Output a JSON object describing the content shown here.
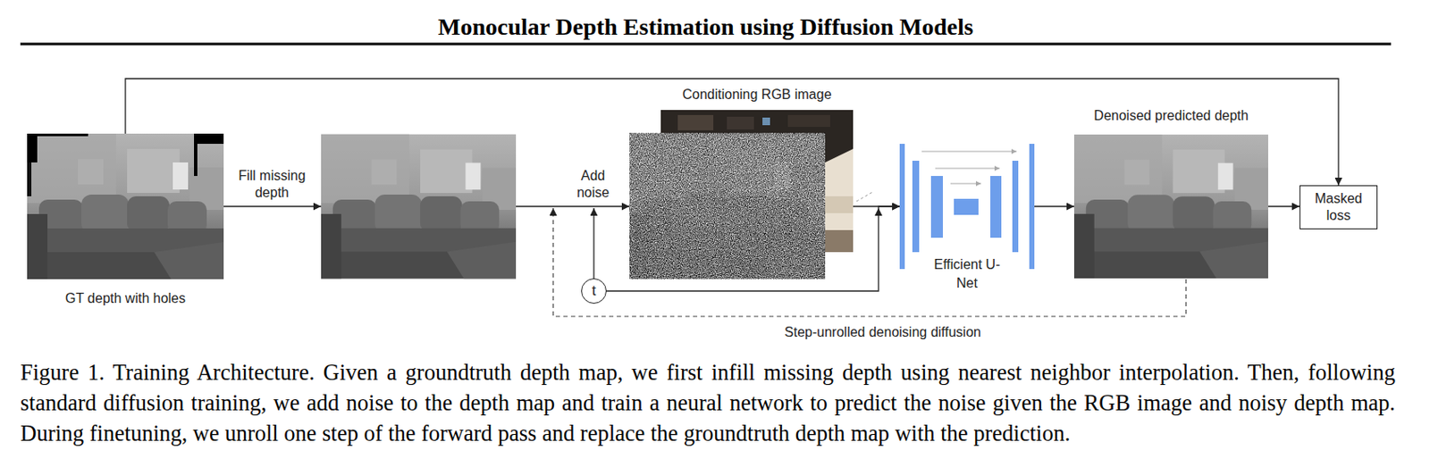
{
  "diagram": {
    "title": "Monocular Depth Estimation using Diffusion Models",
    "caption": "Figure 1. Training Architecture. Given a groundtruth depth map, we first infill missing depth using nearest neighbor interpolation. Then, following standard diffusion training, we add noise to the depth map and train a neural network to predict the noise given the RGB image and noisy depth map. During finetuning, we unroll one step of the forward pass and replace the groundtruth depth map with the prediction.",
    "nodes": [
      {
        "text": [
          "GT depth with holes"
        ]
      },
      {
        "text": [
          "Conditioning RGB image"
        ]
      },
      {
        "text": [
          "t"
        ]
      },
      {
        "text": [
          "Efficient U-Net"
        ]
      },
      {
        "text": [
          "Denoised predicted depth"
        ]
      },
      {
        "text": [
          "Masked loss"
        ]
      }
    ],
    "edges": [
      {
        "from": 0,
        "to": 5,
        "arrow": "to"
      },
      {
        "from": 1,
        "to": 3,
        "arrow": "to"
      },
      {
        "from": 2,
        "to": 3,
        "arrow": "to"
      },
      {
        "from": 3,
        "to": 4,
        "arrow": "to"
      },
      {
        "from": 4,
        "to": 5,
        "arrow": "to"
      }
    ],
    "labels": [
      "Fill missing depth",
      "Add noise",
      "Step-unrolled denoising diffusion"
    ]
  }
}
